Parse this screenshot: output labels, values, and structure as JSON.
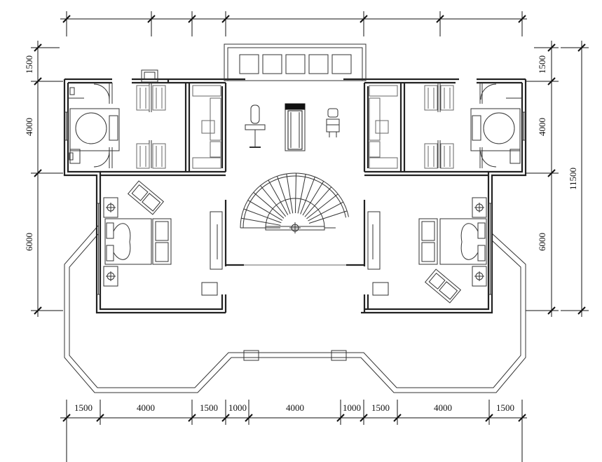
{
  "plan": {
    "dimensions": {
      "bottom": [
        "1500",
        "4000",
        "1500",
        "1000",
        "4000",
        "1000",
        "1500",
        "4000",
        "1500"
      ],
      "left": [
        "1500",
        "4000",
        "6000"
      ],
      "right": [
        "1500",
        "4000",
        "6000"
      ],
      "right_total": "11500"
    }
  }
}
